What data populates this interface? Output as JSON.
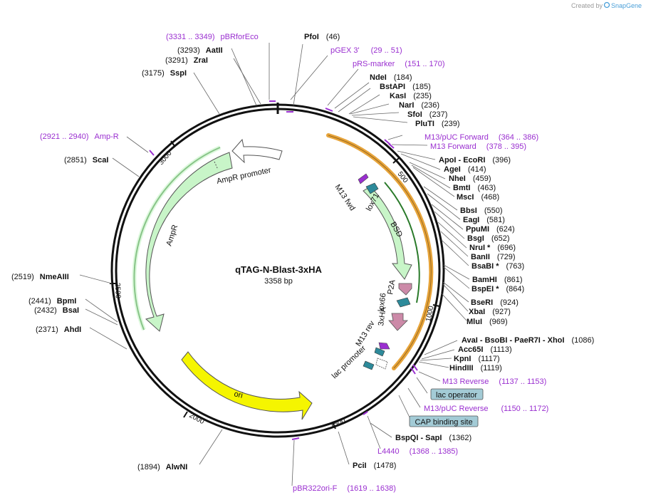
{
  "credit": {
    "prefix": "Created by",
    "brand": "SnapGene"
  },
  "plasmid": {
    "name": "qTAG-N-Blast-3xHA",
    "length_label": "3358 bp",
    "length": 3358
  },
  "axis_ticks": [
    "500",
    "1000",
    "1500",
    "2000",
    "2500",
    "3000"
  ],
  "enzymes": [
    {
      "name": "PfoI",
      "pos": "(46)"
    },
    {
      "name": "NdeI",
      "pos": "(184)"
    },
    {
      "name": "BstAPI",
      "pos": "(185)"
    },
    {
      "name": "KasI",
      "pos": "(235)"
    },
    {
      "name": "NarI",
      "pos": "(236)"
    },
    {
      "name": "SfoI",
      "pos": "(237)"
    },
    {
      "name": "PluTI",
      "pos": "(239)"
    },
    {
      "name": "ApoI - EcoRI",
      "pos": "(396)"
    },
    {
      "name": "AgeI",
      "pos": "(414)"
    },
    {
      "name": "NheI",
      "pos": "(459)"
    },
    {
      "name": "BmtI",
      "pos": "(463)"
    },
    {
      "name": "MscI",
      "pos": "(468)"
    },
    {
      "name": "BbsI",
      "pos": "(550)"
    },
    {
      "name": "EagI",
      "pos": "(581)"
    },
    {
      "name": "PpuMI",
      "pos": "(624)"
    },
    {
      "name": "BsgI",
      "pos": "(652)"
    },
    {
      "name": "NruI *",
      "pos": "(696)"
    },
    {
      "name": "BanII",
      "pos": "(729)"
    },
    {
      "name": "BsaBI *",
      "pos": "(763)"
    },
    {
      "name": "BamHI",
      "pos": "(861)"
    },
    {
      "name": "BspEI *",
      "pos": "(864)"
    },
    {
      "name": "BseRI",
      "pos": "(924)"
    },
    {
      "name": "XbaI",
      "pos": "(927)"
    },
    {
      "name": "MluI",
      "pos": "(969)"
    },
    {
      "name": "AvaI - BsoBI - PaeR7I - XhoI",
      "pos": "(1086)"
    },
    {
      "name": "Acc65I",
      "pos": "(1113)"
    },
    {
      "name": "KpnI",
      "pos": "(1117)"
    },
    {
      "name": "HindIII",
      "pos": "(1119)"
    },
    {
      "name": "BspQI - SapI",
      "pos": "(1362)"
    },
    {
      "name": "PciI",
      "pos": "(1478)"
    },
    {
      "name": "AlwNI",
      "pos": "(1894)"
    },
    {
      "name": "AhdI",
      "pos": "(2371)"
    },
    {
      "name": "BsaI",
      "pos": "(2432)"
    },
    {
      "name": "BpmI",
      "pos": "(2441)"
    },
    {
      "name": "NmeAIII",
      "pos": "(2519)"
    },
    {
      "name": "ScaI",
      "pos": "(2851)"
    },
    {
      "name": "SspI",
      "pos": "(3175)"
    },
    {
      "name": "ZraI",
      "pos": "(3291)"
    },
    {
      "name": "AatII",
      "pos": "(3293)"
    }
  ],
  "primers": [
    {
      "name": "pBRforEco",
      "range": "(3331 .. 3349)"
    },
    {
      "name": "pGEX 3'",
      "range": "(29 .. 51)"
    },
    {
      "name": "pRS-marker",
      "range": "(151 .. 170)"
    },
    {
      "name": "M13/pUC Forward",
      "range": "(364 .. 386)"
    },
    {
      "name": "M13 Forward",
      "range": "(378 .. 395)"
    },
    {
      "name": "M13 Reverse",
      "range": "(1137 .. 1153)"
    },
    {
      "name": "M13/pUC Reverse",
      "range": "(1150 .. 1172)"
    },
    {
      "name": "L4440",
      "range": "(1368 .. 1385)"
    },
    {
      "name": "pBR322ori-F",
      "range": "(1619 .. 1638)"
    },
    {
      "name": "Amp-R",
      "range": "(2921 .. 2940)"
    }
  ],
  "boxed_features": [
    "lac operator",
    "CAP binding site"
  ],
  "features": [
    "AmpR promoter",
    "AmpR",
    "ori",
    "BSD",
    "lox71",
    "M13 fwd",
    "P2A",
    "lox66",
    "3xHA",
    "M13 rev",
    "lac promoter"
  ],
  "colors": {
    "primer": "#9a2fd0",
    "amp": "#c8f5c8",
    "amp_edge": "#3a6a3a",
    "ori": "#f5f500",
    "bsd": "#c8f5c8",
    "arc_orange": "#e7a43a",
    "arc_green": "#2a7a2a",
    "teal": "#2d8a9a",
    "pink": "#cc8aa8",
    "purple_feature": "#9a2fd0",
    "box_fill": "#a3cbd6"
  }
}
